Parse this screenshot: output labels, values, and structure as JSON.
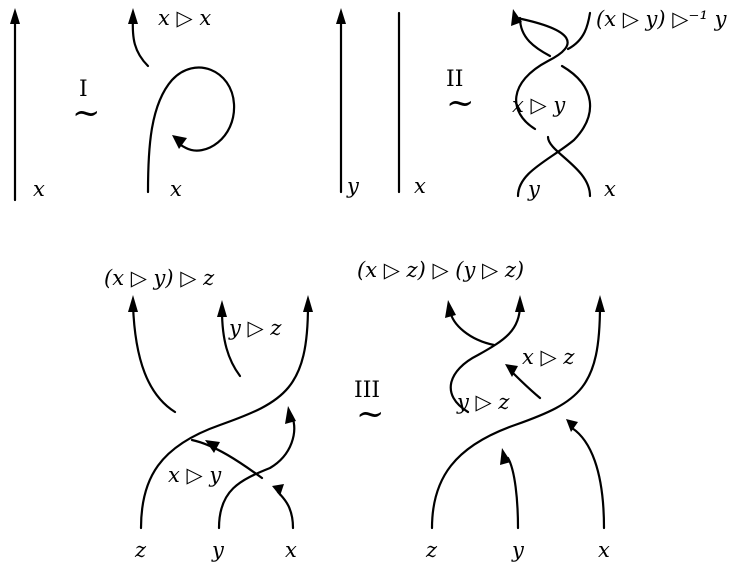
{
  "moves": {
    "move1": {
      "numeral": "I",
      "tilde": "~",
      "left_bottom_label": "x",
      "right_bottom_label": "x",
      "right_top_label": "x ▷ x"
    },
    "move2": {
      "numeral": "II",
      "tilde": "~",
      "left_bottom_label_1": "y",
      "left_bottom_label_2": "x",
      "right_top_label": "(x ▷ y) ▷⁻¹ y",
      "right_middle_label": "x ▷ y",
      "right_bottom_label_1": "y",
      "right_bottom_label_2": "x"
    },
    "move3": {
      "numeral": "III",
      "tilde": "~",
      "left_top_label": "(x ▷ y) ▷ z",
      "left_inner_label_1": "y ▷ z",
      "left_inner_label_2": "x ▷ y",
      "left_bottom_labels": [
        "z",
        "y",
        "x"
      ],
      "right_top_label": "(x ▷ z) ▷ (y ▷ z)",
      "right_inner_label_1": "x ▷ z",
      "right_inner_label_2": "y ▷ z",
      "right_bottom_labels": [
        "z",
        "y",
        "x"
      ]
    }
  }
}
